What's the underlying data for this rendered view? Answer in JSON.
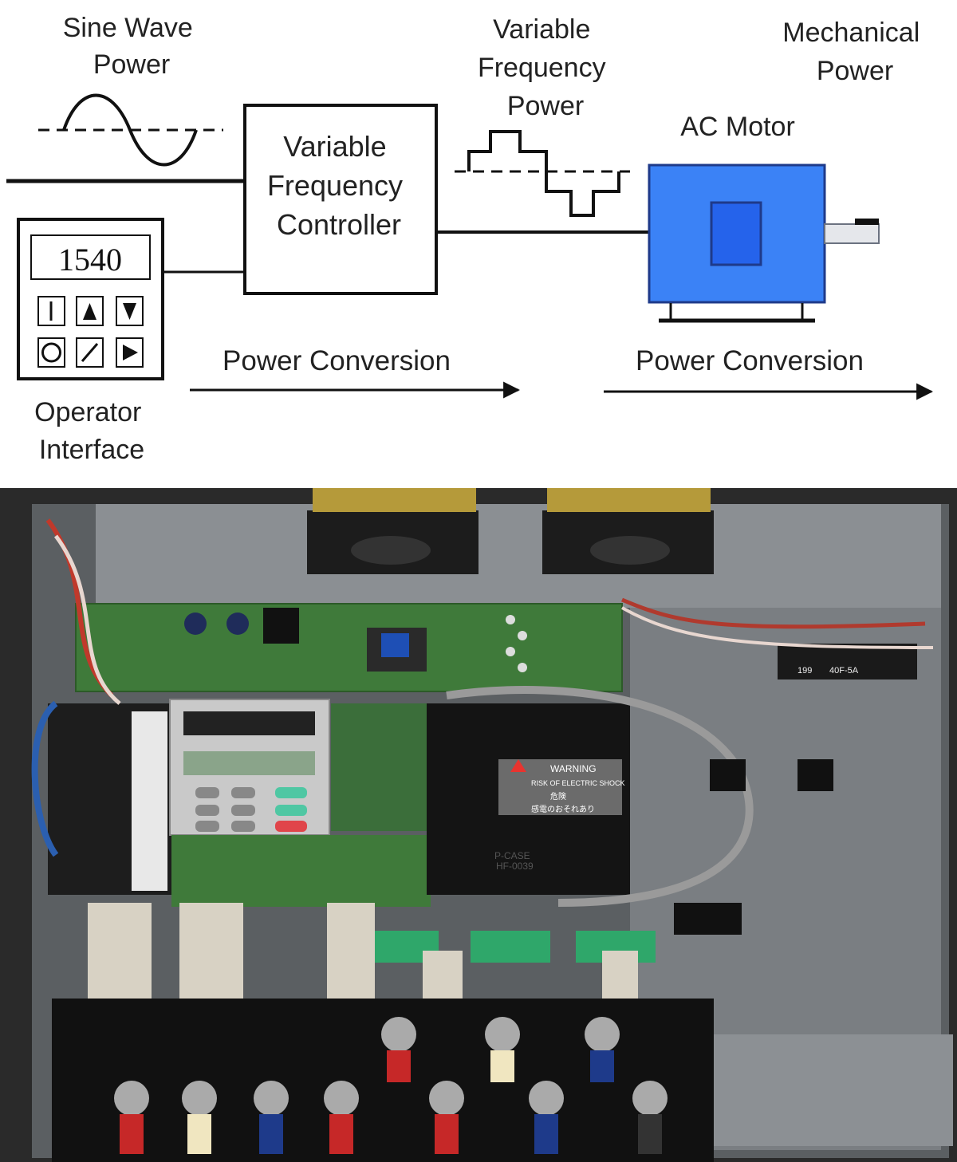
{
  "diagram": {
    "sine_wave_label": [
      "Sine Wave",
      "Power"
    ],
    "vfd_box_label": [
      "Variable",
      "Frequency",
      "Controller"
    ],
    "variable_freq_label": [
      "Variable",
      "Frequency",
      "Power"
    ],
    "mechanical_label": [
      "Mechanical",
      "Power"
    ],
    "ac_motor_label": "AC Motor",
    "operator_interface_label": [
      "Operator",
      "Interface"
    ],
    "keypad_display": "1540",
    "power_conversion_left": "Power Conversion",
    "power_conversion_right": "Power Conversion",
    "motor_color": "#3b82f6"
  },
  "photo": {
    "warning_title": "WARNING",
    "warning_line1": "RISK OF ELECTRIC SHOCK",
    "warning_line2": "危険",
    "warning_line3": "感電のおそれあり",
    "label_tag": "40F-5A",
    "label_tag_prefix": "199",
    "case_mark": "P-CASE",
    "case_code": "HF-0039"
  }
}
